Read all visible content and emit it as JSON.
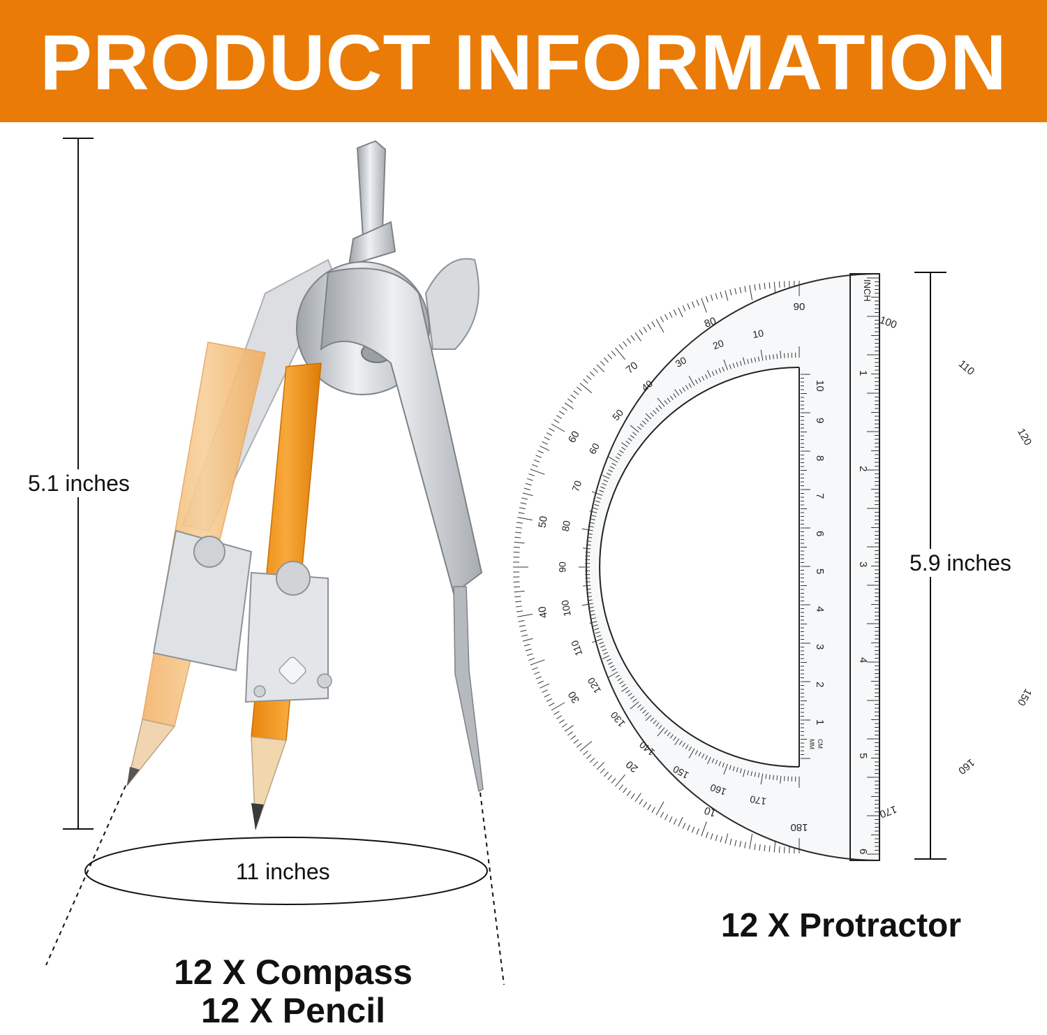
{
  "banner": {
    "title": "PRODUCT INFORMATION",
    "color": "#ea7b07"
  },
  "compass": {
    "height_label": "5.1 inches",
    "diameter_label": "11 inches",
    "captions": [
      "12 X Compass",
      "12 X Pencil"
    ]
  },
  "protractor": {
    "height_label": "5.9 inches",
    "caption": "12 X Protractor",
    "unit_labels": [
      "INCH",
      "MM",
      "CM"
    ],
    "outer_scale": [
      "10",
      "20",
      "30",
      "40",
      "50",
      "60",
      "70",
      "80",
      "90",
      "100",
      "110",
      "120",
      "130",
      "140",
      "150",
      "160",
      "170",
      "180"
    ],
    "inner_scale": [
      "10",
      "20",
      "30",
      "40",
      "50",
      "60",
      "70",
      "80",
      "90",
      "100",
      "110",
      "120",
      "130",
      "140",
      "150",
      "160",
      "170"
    ],
    "inch_marks": [
      "1",
      "2",
      "3",
      "4",
      "5",
      "6"
    ],
    "cm_marks": [
      "1",
      "2",
      "3",
      "4",
      "5",
      "6",
      "7",
      "8",
      "9",
      "10"
    ]
  },
  "colors": {
    "pencil": "#f29a1e",
    "pencil_light": "#f6c27a",
    "metal": "#c9cccf",
    "ink": "#111111"
  }
}
